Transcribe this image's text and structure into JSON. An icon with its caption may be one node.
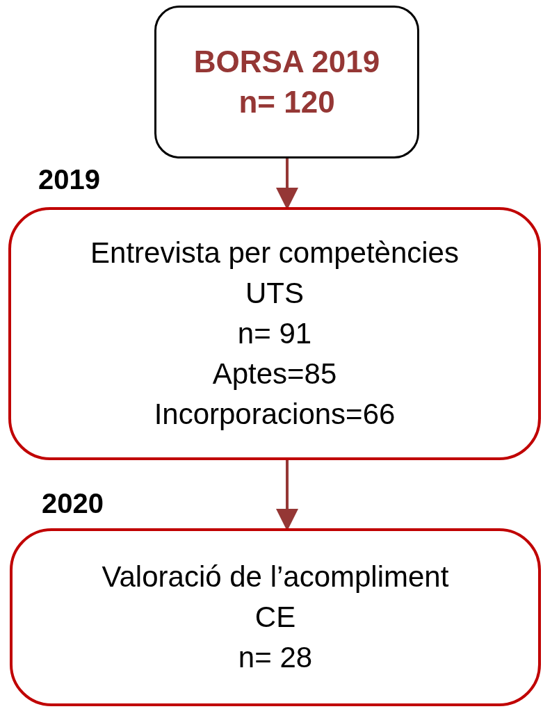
{
  "diagram": {
    "nodes": [
      {
        "text": [
          "BORSA 2019",
          "n= 120"
        ]
      },
      {
        "text": [
          "Entrevista per competències",
          "UTS",
          "n= 91",
          "Aptes=85",
          "Incorporacions=66"
        ]
      },
      {
        "text": [
          "Valoració de l’acompliment",
          "CE",
          "n= 28"
        ]
      }
    ],
    "edges": [
      {
        "from": 0,
        "to": 1,
        "arrow": "to"
      },
      {
        "from": 1,
        "to": 2,
        "arrow": "to"
      }
    ],
    "labels": [
      "2019",
      "2020"
    ]
  }
}
